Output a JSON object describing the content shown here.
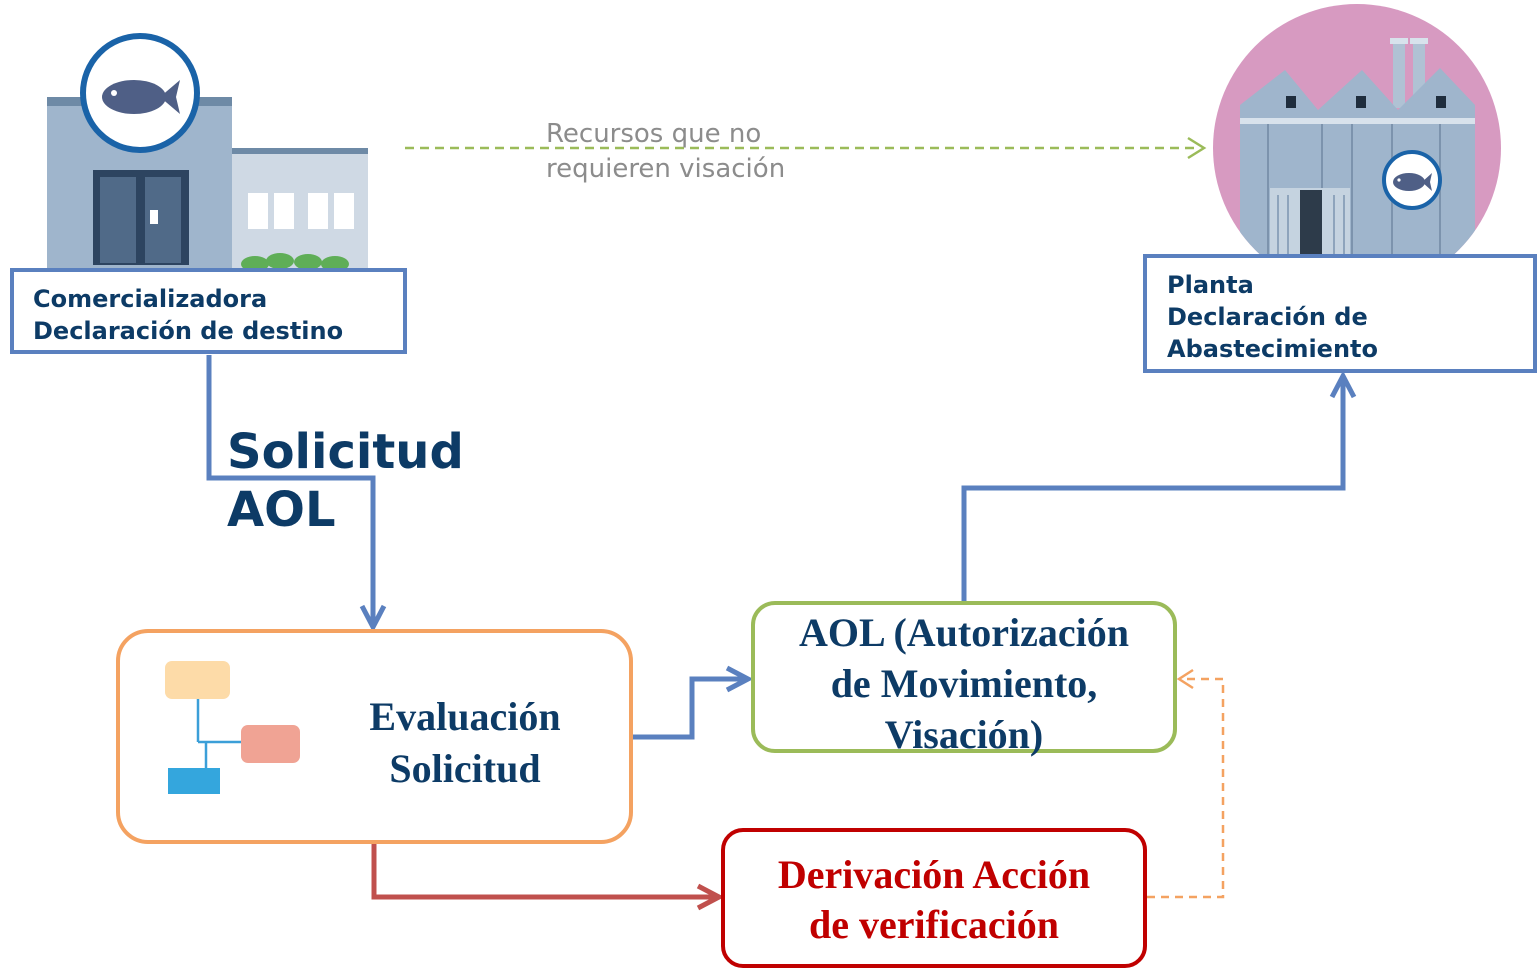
{
  "nodes": {
    "comercializadora": {
      "line1": "Comercializadora",
      "line2": "Declaración de destino"
    },
    "planta": {
      "line1": "Planta",
      "line2": "Declaración de",
      "line3": "Abastecimiento"
    },
    "evaluacion": {
      "line1": "Evaluación",
      "line2": "Solicitud"
    },
    "aol": {
      "line1": "AOL (Autorización",
      "line2": "de Movimiento,",
      "line3": "Visación)"
    },
    "derivacion": {
      "line1": "Derivación Acción",
      "line2": "de verificación"
    }
  },
  "edges": {
    "solicitud_aol": {
      "line1": "Solicitud",
      "line2": "AOL"
    },
    "recursos": {
      "line1": "Recursos que no",
      "line2": "requieren visación"
    }
  },
  "icons": [
    "fish-icon",
    "commercial-building-icon",
    "processing-plant-icon",
    "flowchart-icon"
  ],
  "colors": {
    "blue_flow": "#5a80bf",
    "dark_blue_text": "#0d3b66",
    "orange_border": "#f4a261",
    "green_border": "#9bbb59",
    "red_border": "#c00000",
    "green_dashed": "#9bbb59",
    "orange_dashed": "#f4a261",
    "red_flow": "#c0504d"
  }
}
